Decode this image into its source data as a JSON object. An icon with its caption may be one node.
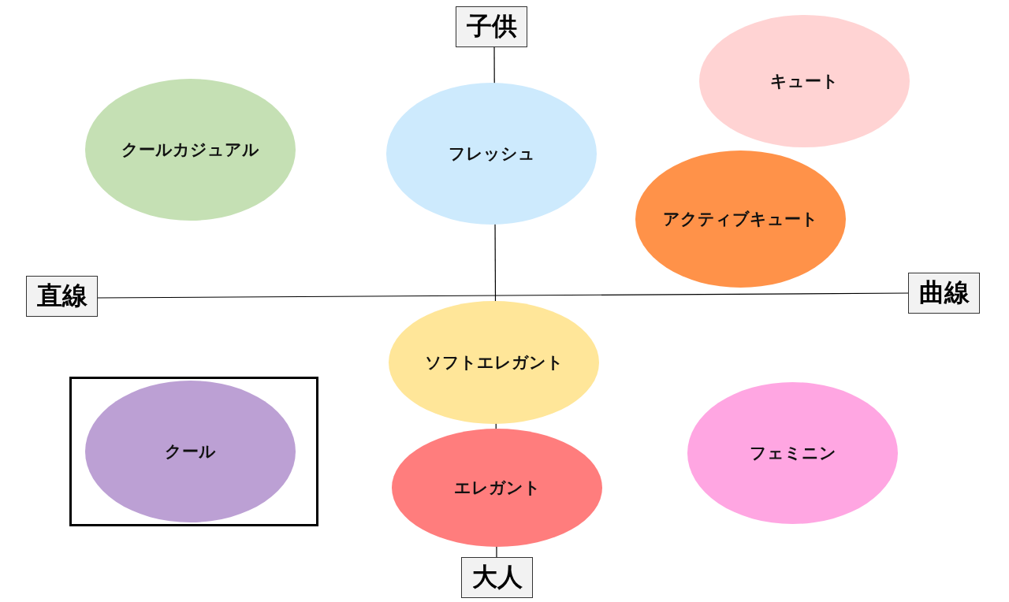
{
  "diagram": {
    "nodes": [
      {
        "text": [
          "子供"
        ]
      },
      {
        "text": [
          "キュート"
        ]
      },
      {
        "text": [
          "クールカジュアル"
        ]
      },
      {
        "text": [
          "フレッシュ"
        ]
      },
      {
        "text": [
          "アクティブキュート"
        ]
      },
      {
        "text": [
          "直線"
        ]
      },
      {
        "text": [
          "曲線"
        ]
      },
      {
        "text": [
          "ソフトエレガント"
        ]
      },
      {
        "text": [],
        "shape": "box"
      },
      {
        "text": [
          "クール"
        ],
        "in": 8
      },
      {
        "text": [
          "フェミニン"
        ]
      },
      {
        "text": [
          "エレガント"
        ]
      },
      {
        "text": [
          "大人"
        ]
      }
    ],
    "edges": []
  }
}
